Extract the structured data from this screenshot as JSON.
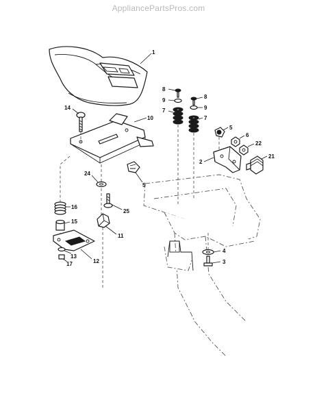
{
  "watermark": "AppliancePartsPros.com",
  "labels": {
    "seat": "1",
    "bracket": "2",
    "screw_3": "3",
    "washer_4": "4",
    "nut_5_upper": "5",
    "nut_5_lower": "5",
    "nut_6": "6",
    "bumper_7_left": "7",
    "bumper_7_right": "7",
    "bolt_8_left": "8",
    "bolt_8_right": "8",
    "washer_9_left": "9",
    "washer_9_right": "9",
    "seat_pan": "10",
    "knob": "11",
    "plate": "12",
    "part_13": "13",
    "bolt_14": "14",
    "part_15": "15",
    "spring_16": "16",
    "part_17": "17",
    "switch_21": "21",
    "nut_22": "22",
    "washer_24": "24",
    "part_25": "25"
  }
}
